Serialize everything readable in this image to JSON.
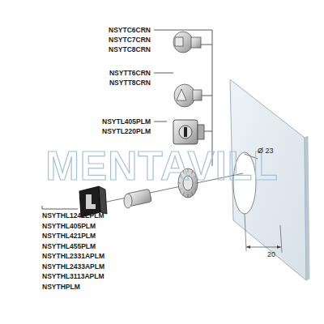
{
  "diagram": {
    "labels": [
      "NSYTC6CRN",
      "NSYTC7CRN",
      "NSYTC8CRN",
      "NSYTT6CRN",
      "NSYTT8CRN",
      "NSYTL405PLM",
      "NSYTL220PLM",
      "MENTAVILL",
      "Ø 23",
      "20",
      "NSYTHL1242EPLM",
      "NSYTHL405PLM",
      "NSYTHL421PLM",
      "NSYTHL455PLM",
      "NSYTHL2331APLM",
      "NSYTHL2433APLM",
      "NSYTHL3113APLM",
      "NSYTHPLM"
    ]
  }
}
